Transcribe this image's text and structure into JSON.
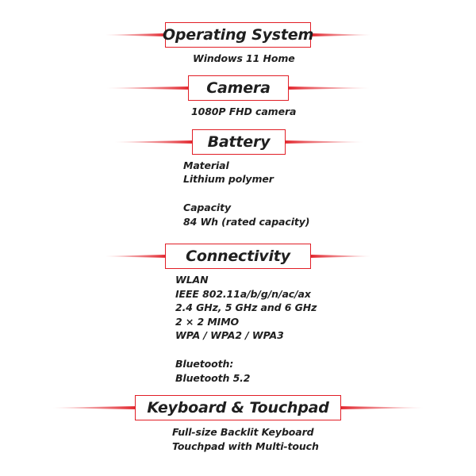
{
  "sections": {
    "os": {
      "title": "Operating System",
      "lines": [
        "Windows 11 Home"
      ]
    },
    "camera": {
      "title": "Camera",
      "lines": [
        "1080P FHD camera"
      ]
    },
    "battery": {
      "title": "Battery",
      "lines": [
        "Material",
        "Lithium polymer",
        "Capacity",
        "84 Wh (rated capacity)"
      ]
    },
    "connectivity": {
      "title": "Connectivity",
      "lines": [
        "WLAN",
        "IEEE 802.11a/b/g/n/ac/ax",
        "2.4 GHz, 5 GHz and 6 GHz",
        "2 × 2 MIMO",
        "WPA / WPA2 / WPA3",
        "Bluetooth:",
        "Bluetooth 5.2"
      ]
    },
    "keyboard": {
      "title": "Keyboard & Touchpad",
      "lines": [
        "Full-size Backlit Keyboard",
        "Touchpad with Multi-touch"
      ]
    }
  },
  "colors": {
    "accent": "#e11e26",
    "text": "#1f1f1f"
  }
}
